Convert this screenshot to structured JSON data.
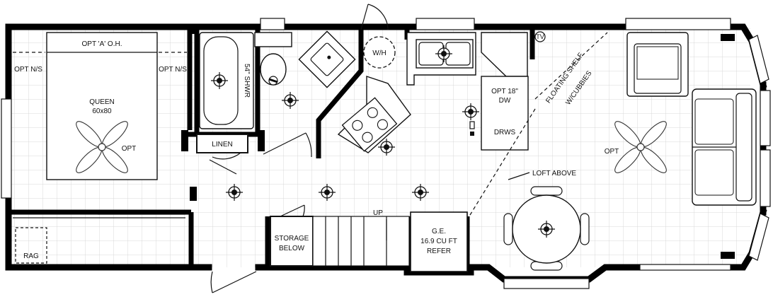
{
  "labels": {
    "opt_a_oh": "OPT 'A' O.H.",
    "opt_ns_left": "OPT N/S",
    "opt_ns_right": "OPT N/S",
    "queen_line1": "QUEEN",
    "queen_line2": "60x80",
    "opt_bed_fan": "OPT",
    "shower": "54\" SHWR",
    "linen": "LINEN",
    "wh": "W/H",
    "opt_dw_line1": "OPT 18\"",
    "opt_dw_line2": "DW",
    "drws": "DRWS",
    "tv": "TV",
    "floating_shelf_line1": "FLOATING SHELF",
    "floating_shelf_line2": "W/CUBBIES",
    "opt_living_fan": "OPT",
    "loft_above": "LOFT ABOVE",
    "up": "UP",
    "storage_line1": "STORAGE",
    "storage_line2": "BELOW",
    "refer_line1": "G.E.",
    "refer_line2": "16.9 CU FT",
    "refer_line3": "REFER",
    "rag": "RAG"
  },
  "colors": {
    "wall": "#000000",
    "grid": "#d9d9d9",
    "floor": "#ffffff",
    "line": "#111111"
  },
  "icons": [
    "ceiling-light-icon",
    "ceiling-fan-icon",
    "toilet-icon",
    "sink-icon",
    "double-sink-icon",
    "stove-icon",
    "water-heater-icon",
    "tv-icon",
    "door-swing-icon",
    "window-icon"
  ]
}
